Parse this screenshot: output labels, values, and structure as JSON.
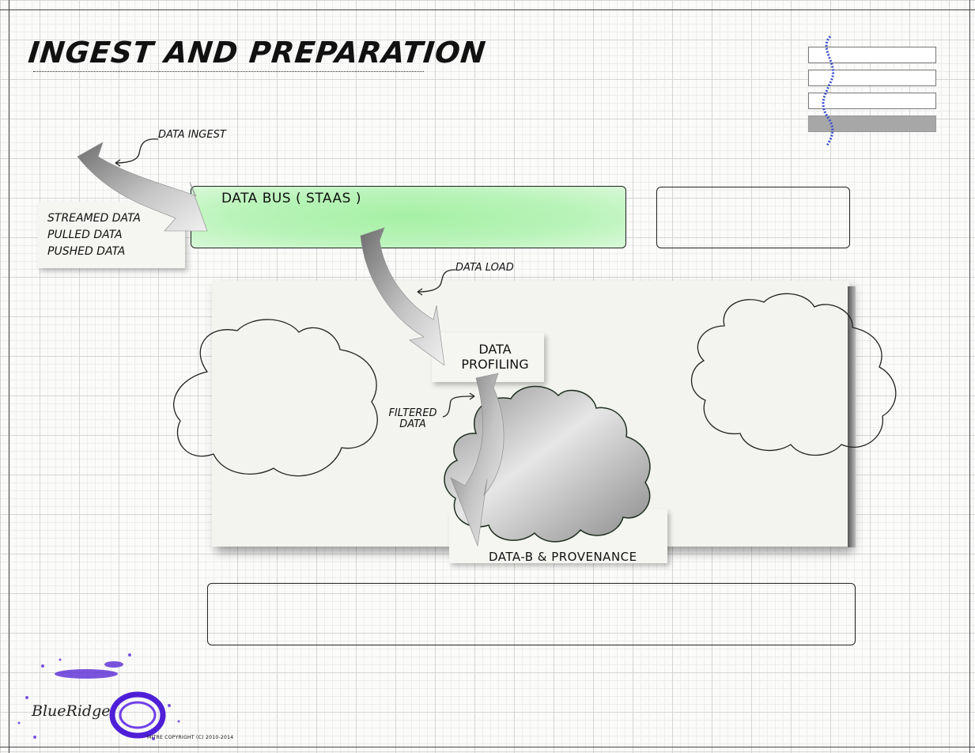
{
  "page": {
    "title": "INGEST AND PREPARATION"
  },
  "inputs": {
    "items": [
      "STREAMED DATA",
      "PULLED DATA",
      "PUSHED DATA"
    ]
  },
  "labels": {
    "data_ingest": "DATA INGEST",
    "data_bus": "DATA BUS ( STAAS )",
    "data_load": "DATA LOAD",
    "profiling_line1": "DATA",
    "profiling_line2": "PROFILING",
    "filtered_line1": "FILTERED",
    "filtered_line2": "DATA",
    "provenance": "DATA-B & PROVENANCE"
  },
  "footer": {
    "logo": "BlueRidge",
    "copyright": "MITRE COPYRIGHT (C) 2010-2014"
  },
  "colors": {
    "bus_green": "#a6f0a6",
    "logo_purple": "#5a2bd6",
    "squiggle_blue": "#3a4fd0",
    "legend_gray": "#a7a7a7"
  }
}
